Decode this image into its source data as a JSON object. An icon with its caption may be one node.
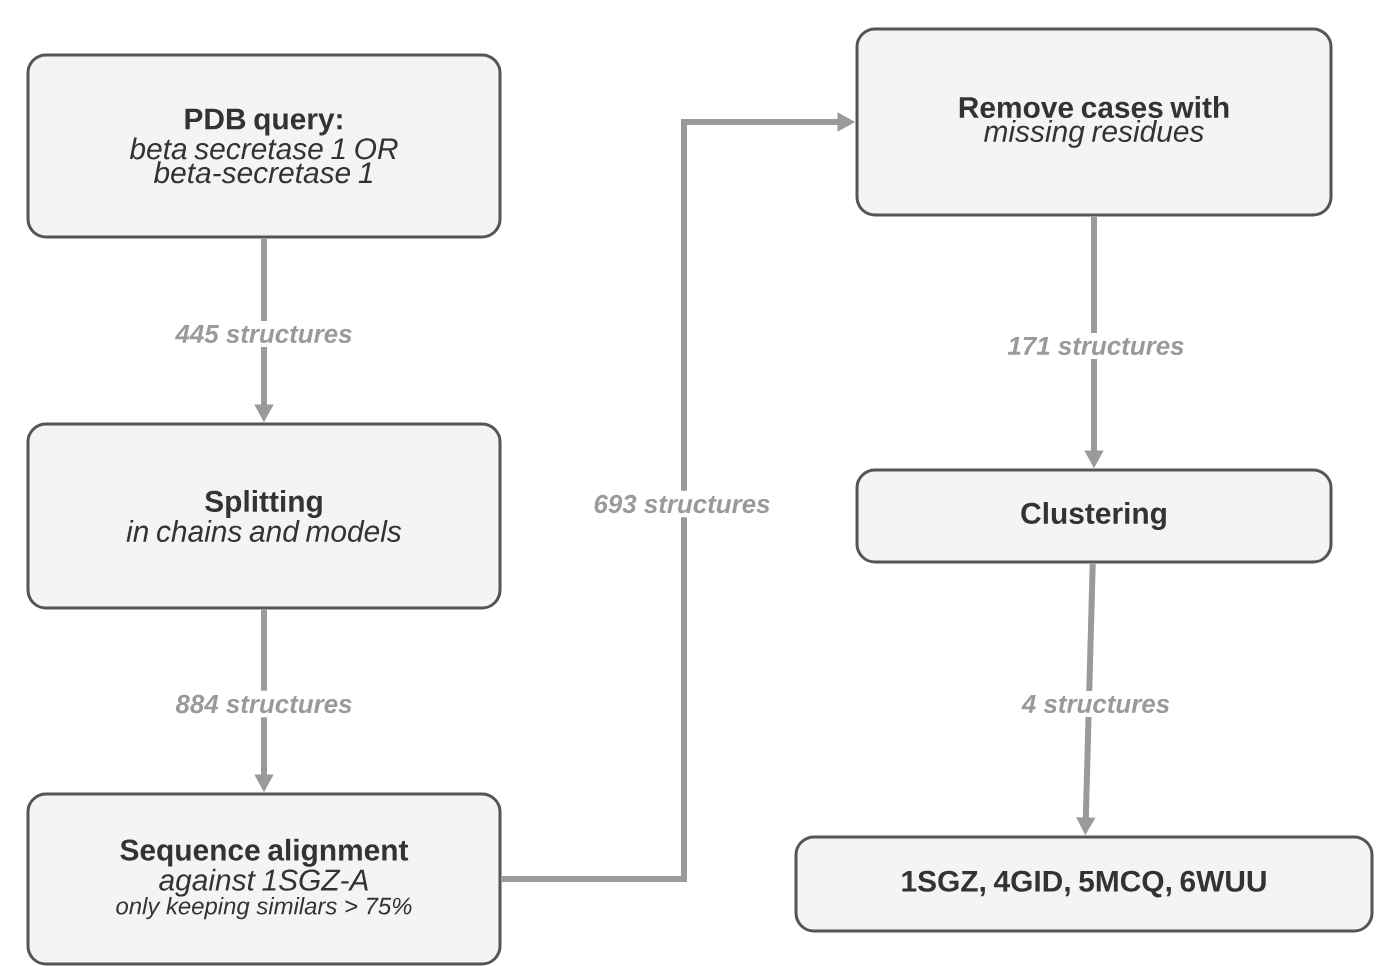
{
  "diagram": {
    "nodes": [
      {
        "text": [
          "PDB query:",
          "beta secretase 1 OR beta-secretase 1"
        ]
      },
      {
        "text": [
          "Splitting",
          "in chains and models"
        ]
      },
      {
        "text": [
          "Sequence alignment",
          "against 1SGZ-A",
          "only keeping similars > 75%"
        ]
      },
      {
        "text": [
          "Remove cases with",
          "missing residues"
        ]
      },
      {
        "text": [
          "Clustering"
        ]
      },
      {
        "text": [
          "1SGZ, 4GID, 5MCQ, 6WUU"
        ]
      }
    ],
    "edges": [
      {
        "from": 0,
        "to": 1,
        "arrow": "to",
        "label": "445 structures"
      },
      {
        "from": 1,
        "to": 2,
        "arrow": "to",
        "label": "884 structures"
      },
      {
        "from": 2,
        "to": 3,
        "arrow": "to",
        "label": "693 structures"
      },
      {
        "from": 3,
        "to": 4,
        "arrow": "to",
        "label": "171 structures"
      },
      {
        "from": 4,
        "to": 5,
        "arrow": "to",
        "label": "4 structures"
      }
    ]
  }
}
